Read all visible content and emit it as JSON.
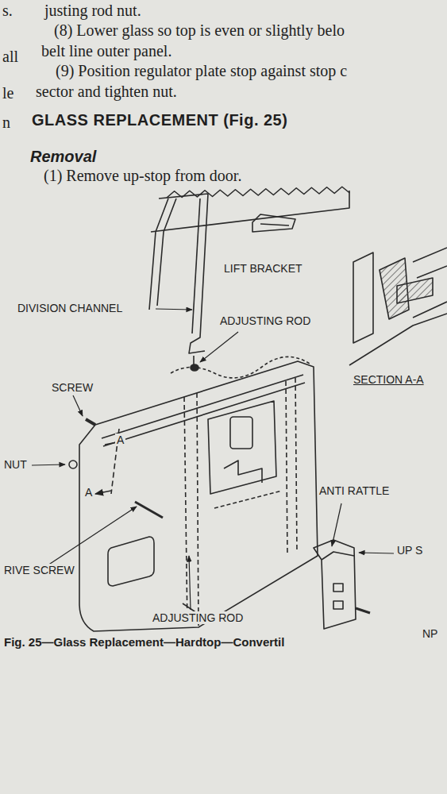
{
  "diagram": {
    "title": "GLASS REPLACEMENT (Fig. 25)",
    "caption": "Fig. 25—Glass Replacement—Hardtop—Convertil",
    "labels": [
      "s.",
      "justing rod nut.",
      "(8) Lower glass so top is even or slightly belo",
      "all",
      "belt line outer panel.",
      "(9) Position regulator plate stop against stop c",
      "le",
      "sector and tighten nut.",
      "n",
      "Removal",
      "(1) Remove up-stop from door.",
      "LIFT BRACKET",
      "DIVISION CHANNEL",
      "ADJUSTING ROD",
      "SECTION A-A",
      "SCREW",
      "A",
      "NUT",
      "A",
      "ANTI RATTLE",
      "UP S",
      "RIVE SCREW",
      "ADJUSTING ROD",
      "NP"
    ]
  }
}
